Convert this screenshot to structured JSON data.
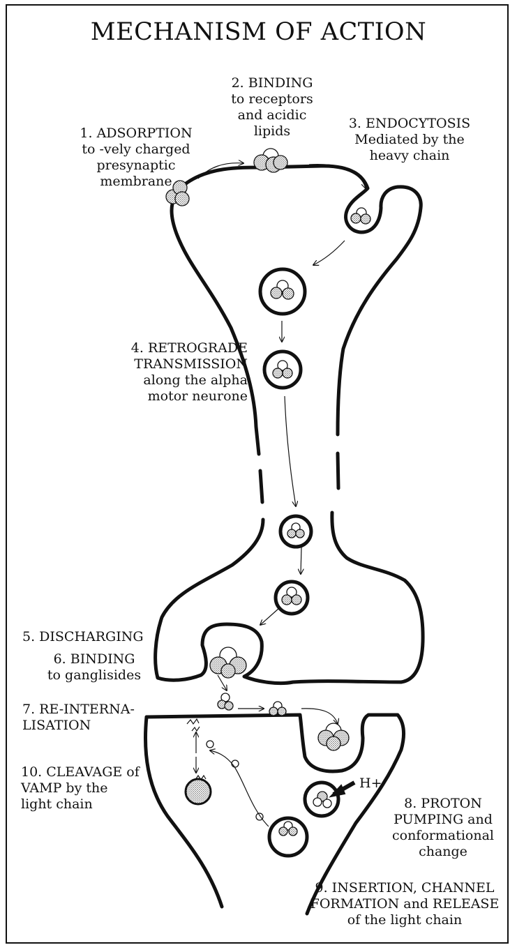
{
  "title": "MECHANISM OF ACTION",
  "steps": {
    "s1": [
      "1. ADSORPTION",
      "to -vely charged",
      "presynaptic",
      "membrane"
    ],
    "s2": [
      "2. BINDING",
      "to receptors",
      "and acidic",
      "lipids"
    ],
    "s3": [
      "3. ENDOCYTOSIS",
      "Mediated by the",
      "heavy chain"
    ],
    "s4": [
      "4. RETROGRADE",
      "TRANSMISSION",
      "along the alpha",
      "motor neurone"
    ],
    "s5": [
      "5. DISCHARGING"
    ],
    "s6": [
      "6. BINDING",
      "to ganglisides"
    ],
    "s7": [
      "7. RE-INTERNA-",
      "LISATION"
    ],
    "s8": [
      "8. PROTON",
      "PUMPING and",
      "conformational",
      "change"
    ],
    "s9": [
      "9. INSERTION, CHANNEL",
      "FORMATION and RELEASE",
      "of the light chain"
    ],
    "s10": [
      "10. CLEAVAGE of",
      "VAMP by the",
      "light chain"
    ]
  },
  "proton_label": "H+",
  "colors": {
    "ink": "#111111",
    "toxin_fill": "#c8c8c8",
    "background": "#ffffff"
  }
}
